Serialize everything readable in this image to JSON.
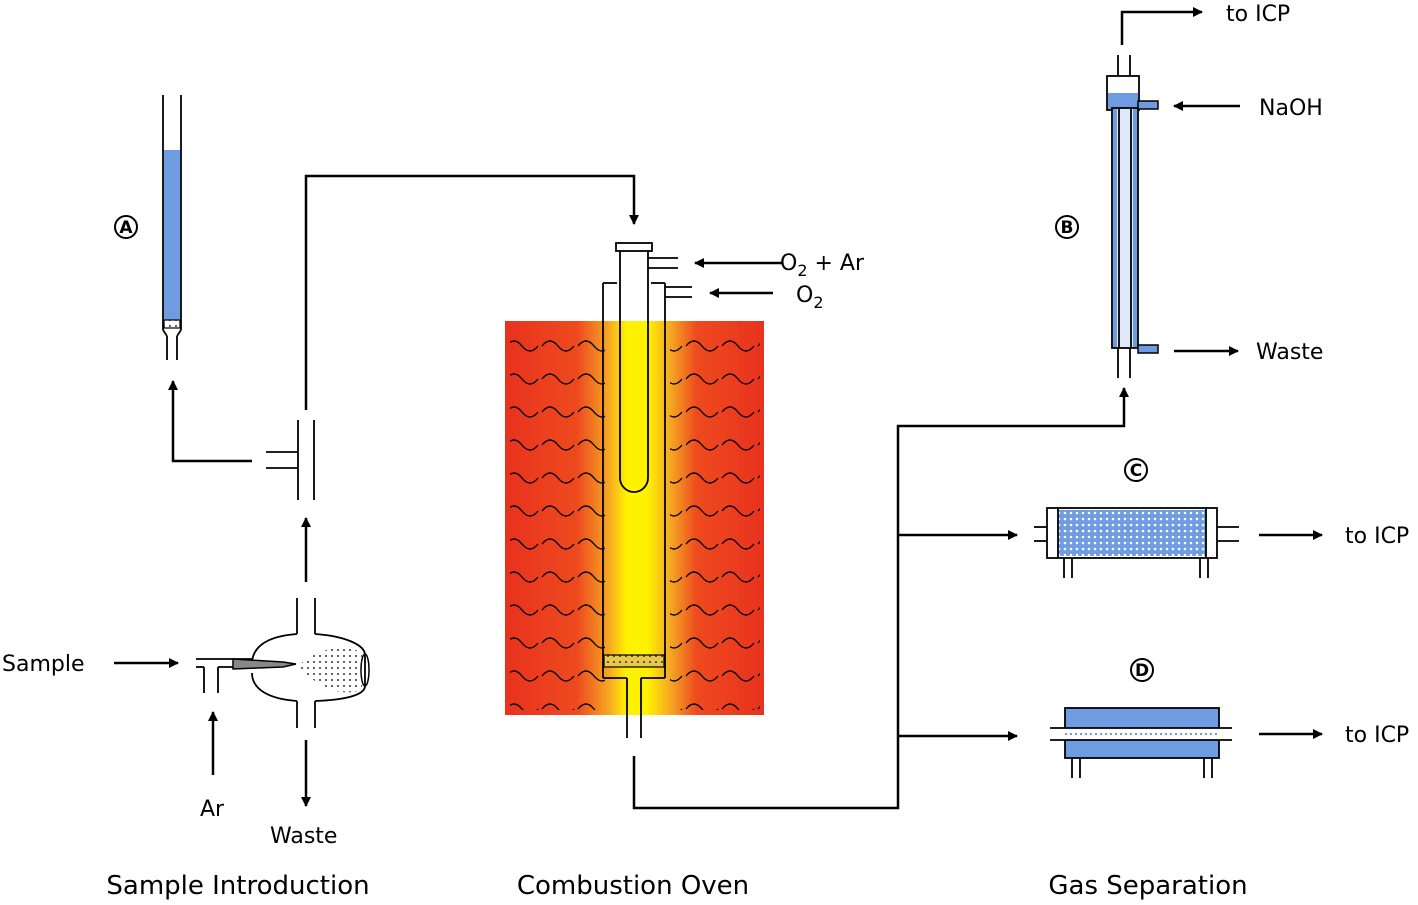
{
  "sections": {
    "sample_introduction": "Sample Introduction",
    "combustion_oven": "Combustion Oven",
    "gas_separation": "Gas Separation"
  },
  "labels": {
    "sample": "Sample",
    "ar": "Ar",
    "waste_nebulizer": "Waste",
    "o2_ar": "O",
    "o2_ar_sub": "2",
    "o2_ar_tail": " + Ar",
    "o2": "O",
    "o2_sub": "2",
    "to_icp_b": "to ICP",
    "naoh": "NaOH",
    "waste_b": "Waste",
    "to_icp_c": "to ICP",
    "to_icp_d": "to ICP"
  },
  "markers": {
    "a": "A",
    "b": "B",
    "c": "C",
    "d": "D"
  },
  "colors": {
    "liquid_blue": "#6f9be0",
    "light_blue": "#dfe9fb",
    "oven_red": "#e8321e",
    "oven_orange": "#f5a623",
    "oven_yellow": "#fff200",
    "frit": "#e8c84a"
  }
}
